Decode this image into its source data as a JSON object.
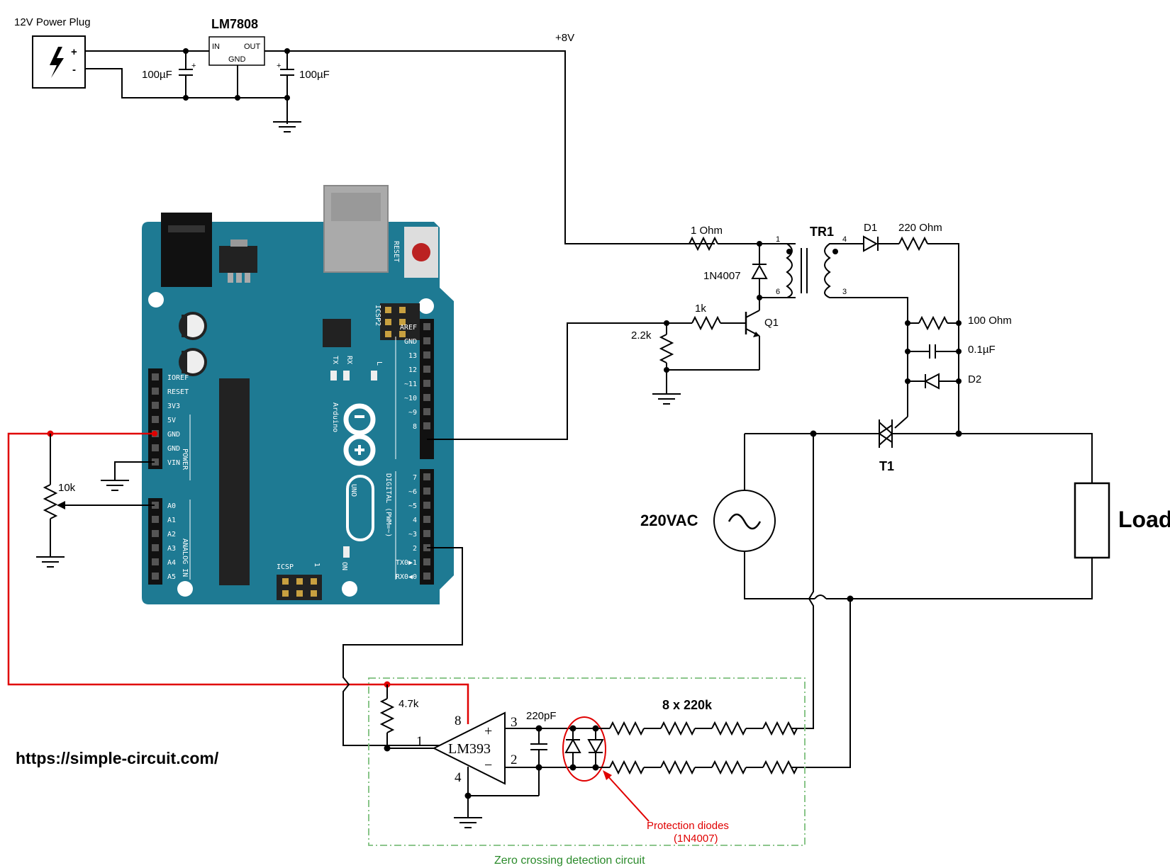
{
  "power": {
    "plug_label": "12V Power Plug",
    "plus": "+",
    "minus": "-",
    "regulator": "LM7808",
    "reg_in": "IN",
    "reg_out": "OUT",
    "reg_gnd": "GND",
    "cap1": "100µF",
    "cap2": "100µF",
    "rail": "+8V"
  },
  "arduino": {
    "brand": "Arduino",
    "model": "UNO",
    "reset": "RESET",
    "icsp2": "ICSP2",
    "icsp": "ICSP",
    "icsp_pin1": "1",
    "tx": "TX",
    "rx": "RX",
    "led_l": "L",
    "on": "ON",
    "power_group": "POWER",
    "analog_group": "ANALOG IN",
    "digital_group": "DIGITAL (PWM=~)",
    "left_pins": [
      "IOREF",
      "RESET",
      "3V3",
      "5V",
      "GND",
      "GND",
      "VIN"
    ],
    "analog_pins": [
      "A0",
      "A1",
      "A2",
      "A3",
      "A4",
      "A5"
    ],
    "right_top_pins": [
      "AREF",
      "GND",
      "13",
      "12",
      "~11",
      "~10",
      "~9",
      "8"
    ],
    "right_bot_pins": [
      "7",
      "~6",
      "~5",
      "4",
      "~3",
      "2",
      "TX0▶1",
      "RX0◀0"
    ]
  },
  "pot": {
    "label": "10k"
  },
  "driver": {
    "r_1ohm": "1 Ohm",
    "diode_1n4007": "1N4007",
    "r_1k": "1k",
    "r_2k2": "2.2k",
    "transistor": "Q1",
    "transformer": "TR1",
    "pin1": "1",
    "pin6": "6",
    "pin4": "4",
    "pin3": "3",
    "d1": "D1",
    "r_220": "220 Ohm",
    "r_100": "100 Ohm",
    "c_01": "0.1µF",
    "d2": "D2",
    "triac": "T1"
  },
  "mains": {
    "source": "220VAC",
    "load": "Load"
  },
  "zcd": {
    "r_4k7": "4.7k",
    "comparator": "LM393",
    "pin8": "8",
    "pin1": "1",
    "pin4": "4",
    "pin3": "3",
    "pin2": "2",
    "plus": "+",
    "minus": "−",
    "cap": "220pF",
    "resistors": "8 x 220k",
    "diodes_line1": "Protection diodes",
    "diodes_line2": "(1N4007)",
    "title": "Zero crossing detection circuit"
  },
  "website": "https://simple-circuit.com/"
}
